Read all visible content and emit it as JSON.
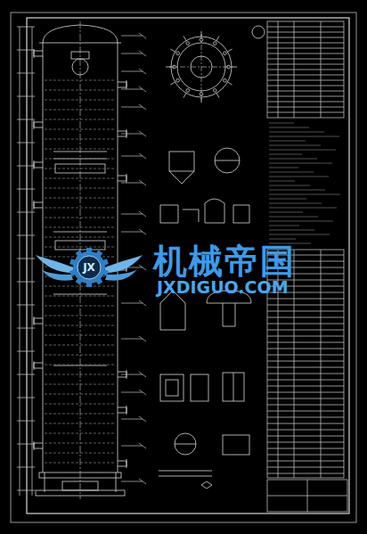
{
  "diagram": {
    "labels": [
      "JX",
      "机械帝国",
      "JXDIGUO.COM"
    ]
  }
}
